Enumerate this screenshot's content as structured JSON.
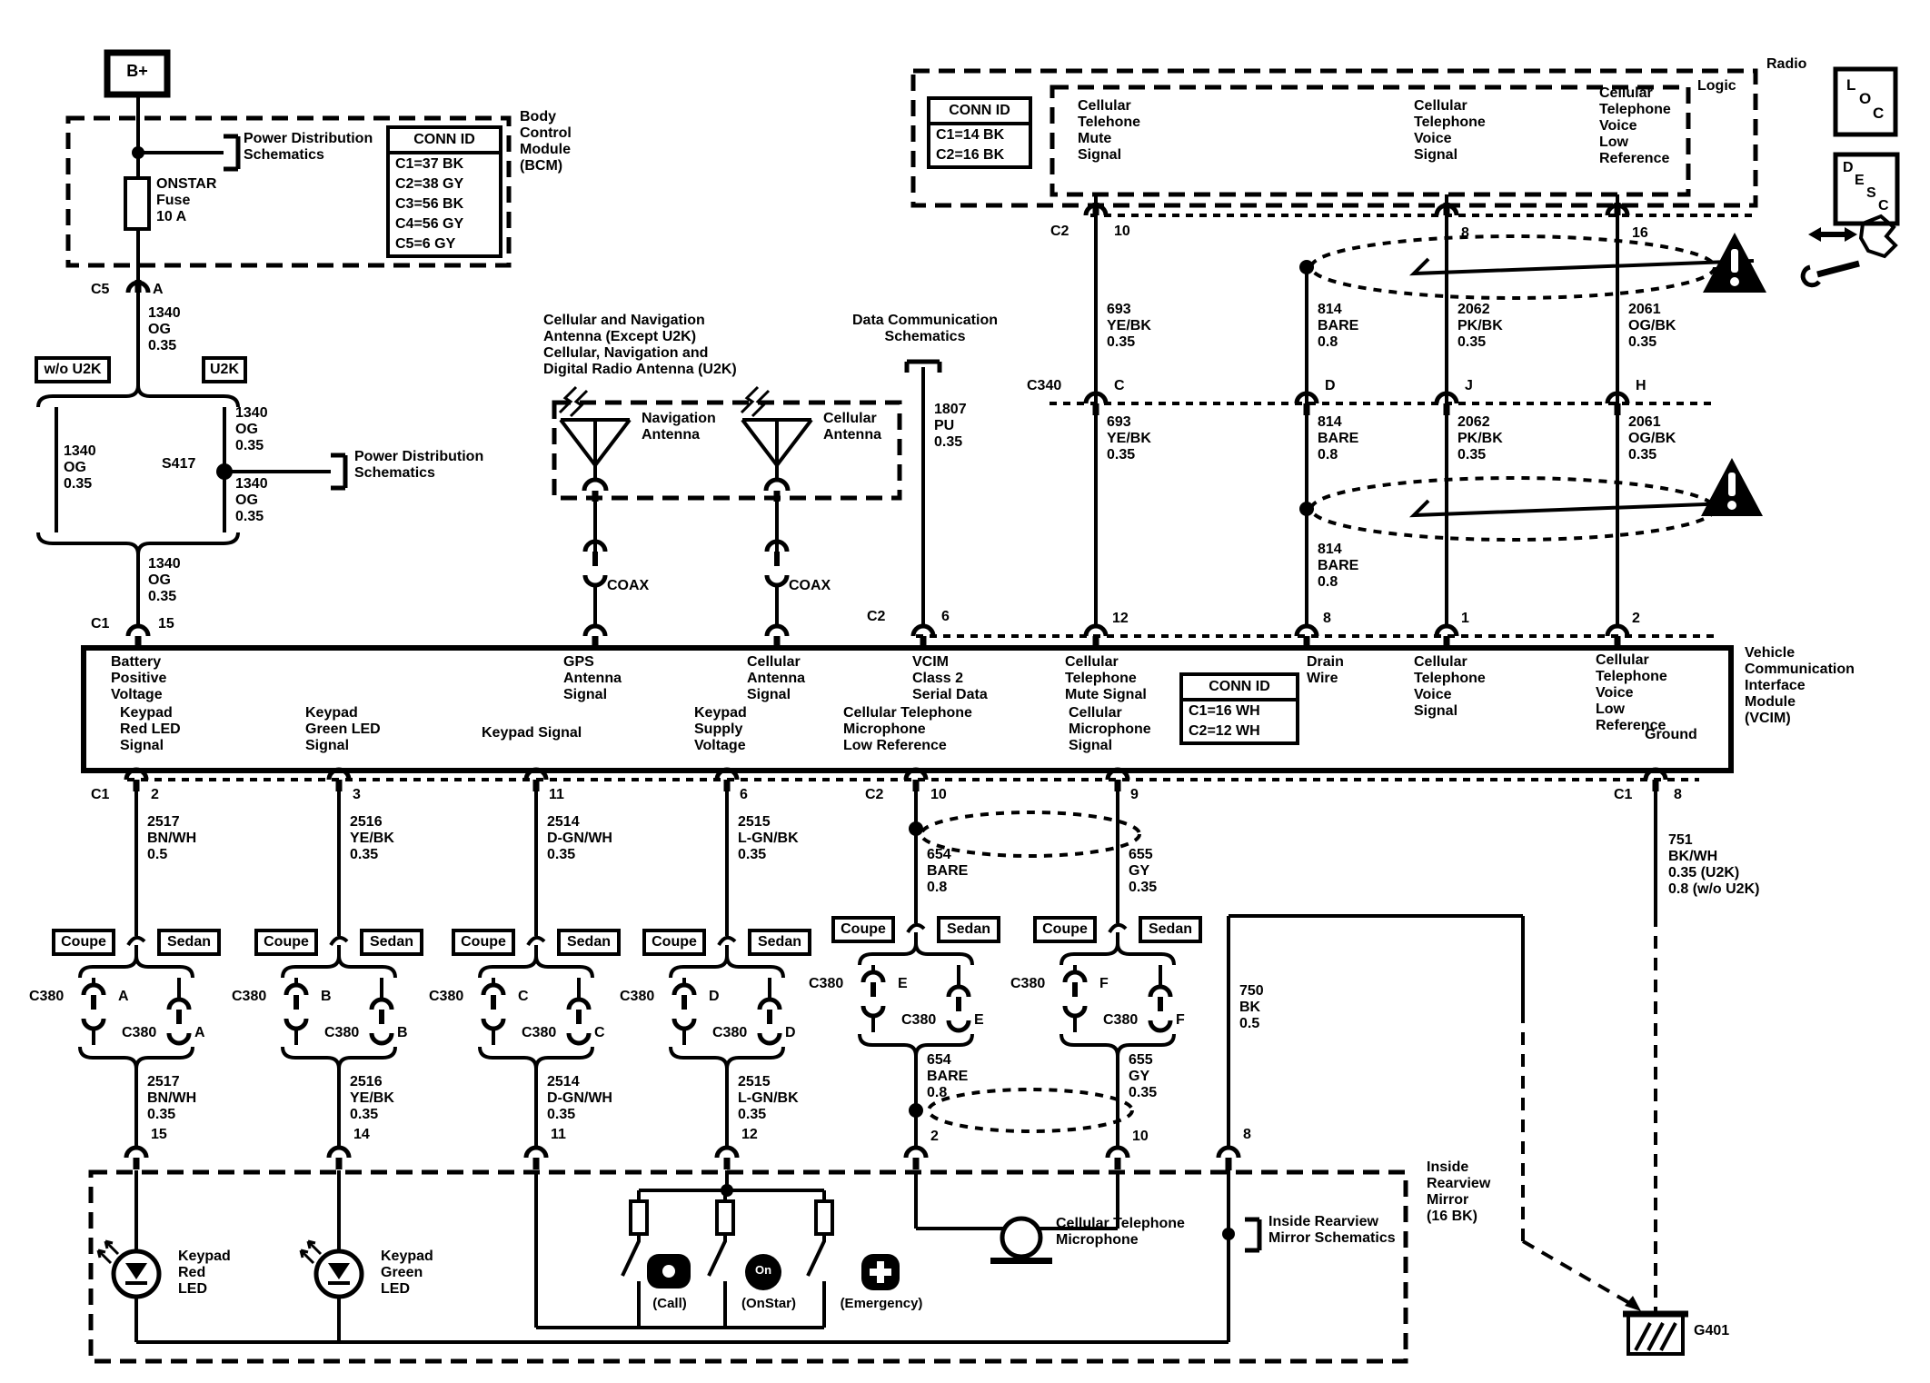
{
  "diagram": {
    "bcm": {
      "battery_label": "B+",
      "module": "Body\nControl\nModule\n(BCM)",
      "fuse": "ONSTAR\nFuse\n10 A",
      "power_dist": "Power Distribution\nSchematics",
      "conn_id": {
        "header": "CONN ID",
        "rows": [
          "C1=37 BK",
          "C2=38 GY",
          "C3=56 BK",
          "C4=56 GY",
          "C5=6 GY"
        ]
      },
      "pin_conn": "C5",
      "pin": "A"
    },
    "left_harness": {
      "wire_top": "1340\nOG\n0.35",
      "opt_without": "w/o U2K",
      "opt_with": "U2K",
      "wire_left": "1340\nOG\n0.35",
      "splice": "S417",
      "wire_right_upper": "1340\nOG\n0.35",
      "wire_right_lower": "1340\nOG\n0.35",
      "power_dist": "Power Distribution\nSchematics",
      "wire_bottom": "1340\nOG\n0.35",
      "pin_conn": "C1",
      "pin": "15"
    },
    "radio": {
      "title": "Radio",
      "logic": "Logic",
      "conn_id": {
        "header": "CONN ID",
        "rows": [
          "C1=14 BK",
          "C2=16 BK"
        ]
      },
      "mute": "Cellular\nTelehone\nMute\nSignal",
      "voice": "Cellular\nTelephone\nVoice\nSignal",
      "voice_low": "Cellular\nTelephone\nVoice\nLow\nReference",
      "pins": {
        "conn": "C2",
        "mute": "10",
        "voice": "8",
        "voice_low": "16"
      }
    },
    "c340": {
      "label": "C340",
      "pins": {
        "mute": "C",
        "drain": "D",
        "voice": "J",
        "voice_low": "H"
      },
      "wires": {
        "mute": "693\nYE/BK\n0.35",
        "drain": "814\nBARE\n0.8",
        "voice": "2062\nPK/BK\n0.35",
        "voice_low": "2061\nOG/BK\n0.35"
      }
    },
    "antenna": {
      "title": "Cellular and Navigation\nAntenna (Except U2K)\nCellular, Navigation and\nDigital Radio Antenna (U2K)",
      "nav": "Navigation\nAntenna",
      "cell": "Cellular\nAntenna",
      "coax": "COAX"
    },
    "datacomm": {
      "label": "Data Communication\nSchematics",
      "wire": "1807\nPU\n0.35"
    },
    "vcim": {
      "module": "Vehicle\nCommunication\nInterface\nModule\n(VCIM)",
      "conn_id": {
        "header": "CONN ID",
        "rows": [
          "C1=16 WH",
          "C2=12 WH"
        ]
      },
      "top_pins": {
        "conn": "C2",
        "serial": "6",
        "mute": "12",
        "drain": "8",
        "voice": "1",
        "voice_low": "2"
      },
      "labels": {
        "battery": "Battery\nPositive\nVoltage",
        "gps": "GPS\nAntenna\nSignal",
        "cell_ant": "Cellular\nAntenna\nSignal",
        "class2": "VCIM\nClass 2\nSerial Data",
        "mute": "Cellular\nTelephone\nMute Signal",
        "drain": "Drain\nWire",
        "voice": "Cellular\nTelephone\nVoice\nSignal",
        "voice_low": "Cellular\nTelephone\nVoice\nLow\nReference",
        "ground": "Ground",
        "red_led": "Keypad\nRed LED\nSignal",
        "green_led": "Keypad\nGreen LED\nSignal",
        "keypad_sig": "Keypad Signal",
        "supply": "Keypad\nSupply\nVoltage",
        "mic_low": "Cellular Telephone\nMicrophone\nLow Reference",
        "mic_sig": "Cellular\nMicrophone\nSignal"
      }
    },
    "body_options": {
      "coupe": "Coupe",
      "sedan": "Sedan"
    },
    "columns": [
      {
        "conn": "C1",
        "pin": "2",
        "wire_upper": "2517\nBN/WH\n0.5",
        "connector": "C380",
        "pin_letter": "A",
        "wire_lower": "2517\nBN/WH\n0.35",
        "pin_lower": "15"
      },
      {
        "pin": "3",
        "wire_upper": "2516\nYE/BK\n0.35",
        "connector": "C380",
        "pin_letter": "B",
        "wire_lower": "2516\nYE/BK\n0.35",
        "pin_lower": "14"
      },
      {
        "pin": "11",
        "wire_upper": "2514\nD-GN/WH\n0.35",
        "connector": "C380",
        "pin_letter": "C",
        "wire_lower": "2514\nD-GN/WH\n0.35",
        "pin_lower": "11"
      },
      {
        "pin": "6",
        "wire_upper": "2515\nL-GN/BK\n0.35",
        "connector": "C380",
        "pin_letter": "D",
        "wire_lower": "2515\nL-GN/BK\n0.35",
        "pin_lower": "12"
      },
      {
        "conn": "C2",
        "pin": "10",
        "wire_upper": "654\nBARE\n0.8",
        "connector": "C380",
        "pin_letter": "E",
        "wire_lower": "654\nBARE\n0.8",
        "pin_lower": "2"
      },
      {
        "pin": "9",
        "wire_upper": "655\nGY\n0.35",
        "connector": "C380",
        "pin_letter": "F",
        "wire_lower": "655\nGY\n0.35",
        "pin_lower": "10"
      }
    ],
    "ground_wires": {
      "mirror": "750\nBK\n0.5",
      "mirror_pin": "8",
      "vcim": "751\nBK/WH\n0.35 (U2K)\n0.8 (w/o U2K)",
      "vcim_conn": "C1",
      "vcim_pin": "8",
      "g401": "G401"
    },
    "keypad": {
      "mirror": "Inside\nRearview\nMirror\n(16 BK)",
      "red_led": "Keypad\nRed\nLED",
      "green_led": "Keypad\nGreen\nLED",
      "call": "(Call)",
      "onstar": "(OnStar)",
      "emergency": "(Emergency)",
      "onstar_glyph": "On",
      "mic": "Cellular Telephone\nMicrophone",
      "mirror_schem": "Inside Rearview\nMirror Schematics"
    },
    "legend": {
      "loc": [
        "L",
        "O",
        "C"
      ],
      "desc": [
        "D",
        "E",
        "S",
        "C"
      ]
    }
  }
}
